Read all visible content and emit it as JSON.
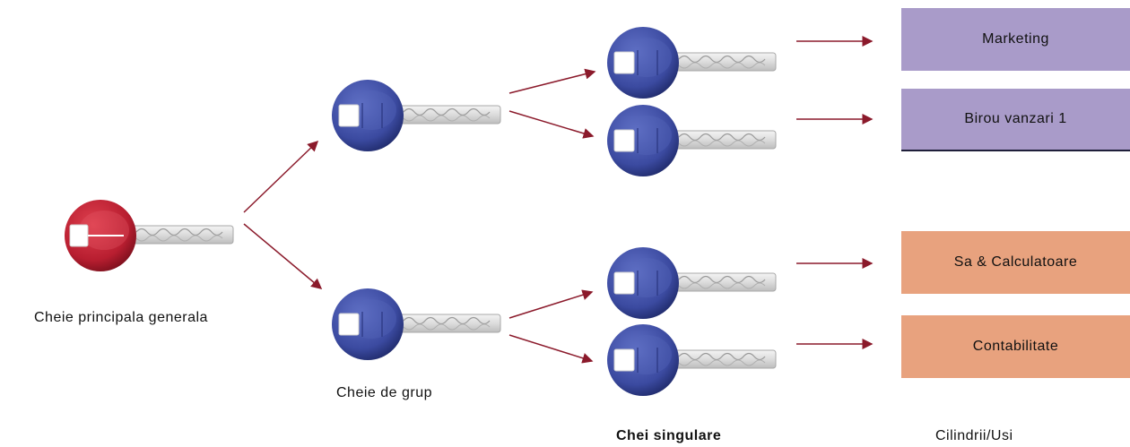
{
  "labels": {
    "master_key": "Cheie principala generala",
    "group_key": "Cheie de grup",
    "single_keys": "Chei  singulare",
    "cylinders": "Cilindrii/Usi"
  },
  "doors": [
    {
      "label": "Marketing"
    },
    {
      "label": "Birou vanzari 1"
    },
    {
      "label": "Sa & Calculatoare"
    },
    {
      "label": "Contabilitate"
    }
  ],
  "colors": {
    "master_key_head": "#c0283a",
    "key_head": "#3f4ea6",
    "arrow": "#8b1a2b",
    "box_purple": "#a99bc9",
    "box_orange": "#e8a27e"
  }
}
